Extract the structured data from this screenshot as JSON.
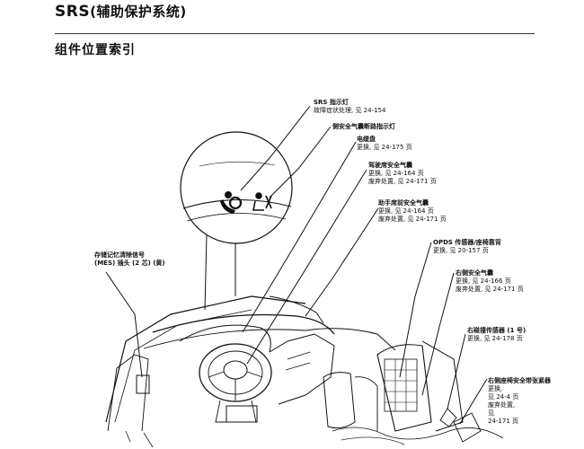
{
  "header": {
    "title_main": "SRS",
    "title_paren": "(辅助保护系统)",
    "subtitle": "组件位置索引"
  },
  "callouts": {
    "srs_indicator": {
      "name": "SRS 指示灯",
      "line1": "故障症状处理, 见 24-154"
    },
    "side_airbag_cutoff": {
      "name": "侧安全气囊断路指示灯"
    },
    "cable_reel": {
      "name": "电缆盘",
      "line1": "更换, 见 24-175 页"
    },
    "driver_airbag": {
      "name": "驾驶席安全气囊",
      "line1": "更换, 见 24-164 页",
      "line2": "废弃处置, 见 24-171 页"
    },
    "passenger_airbag": {
      "name": "助手席前安全气囊",
      "line1": "更换, 见 24-164 页",
      "line2": "废弃处置, 见 24-171 页"
    },
    "opds_sensor": {
      "name": "OPDS 传感器/座椅靠背",
      "line1": "更换, 见 20-157 页"
    },
    "right_side_airbag": {
      "name": "右侧安全气囊",
      "line1": "更换, 见 24-166 页",
      "line2": "废弃处置, 见 24-171 页"
    },
    "right_impact_sensor": {
      "name": "右碰撞传感器 (1 号)",
      "line1": "更换, 见 24-178 页"
    },
    "right_seatbelt_tensioner": {
      "name": "右侧座椅安全带张紧器",
      "line1": "更换,",
      "line2": "见 24-4 页",
      "line3": "废弃处置,",
      "line4": "见",
      "line5": "24-171 页"
    },
    "mes_connector": {
      "name": "存储记忆清除信号",
      "line1": "(MES) 插头 (2 芯) (黄)"
    }
  }
}
